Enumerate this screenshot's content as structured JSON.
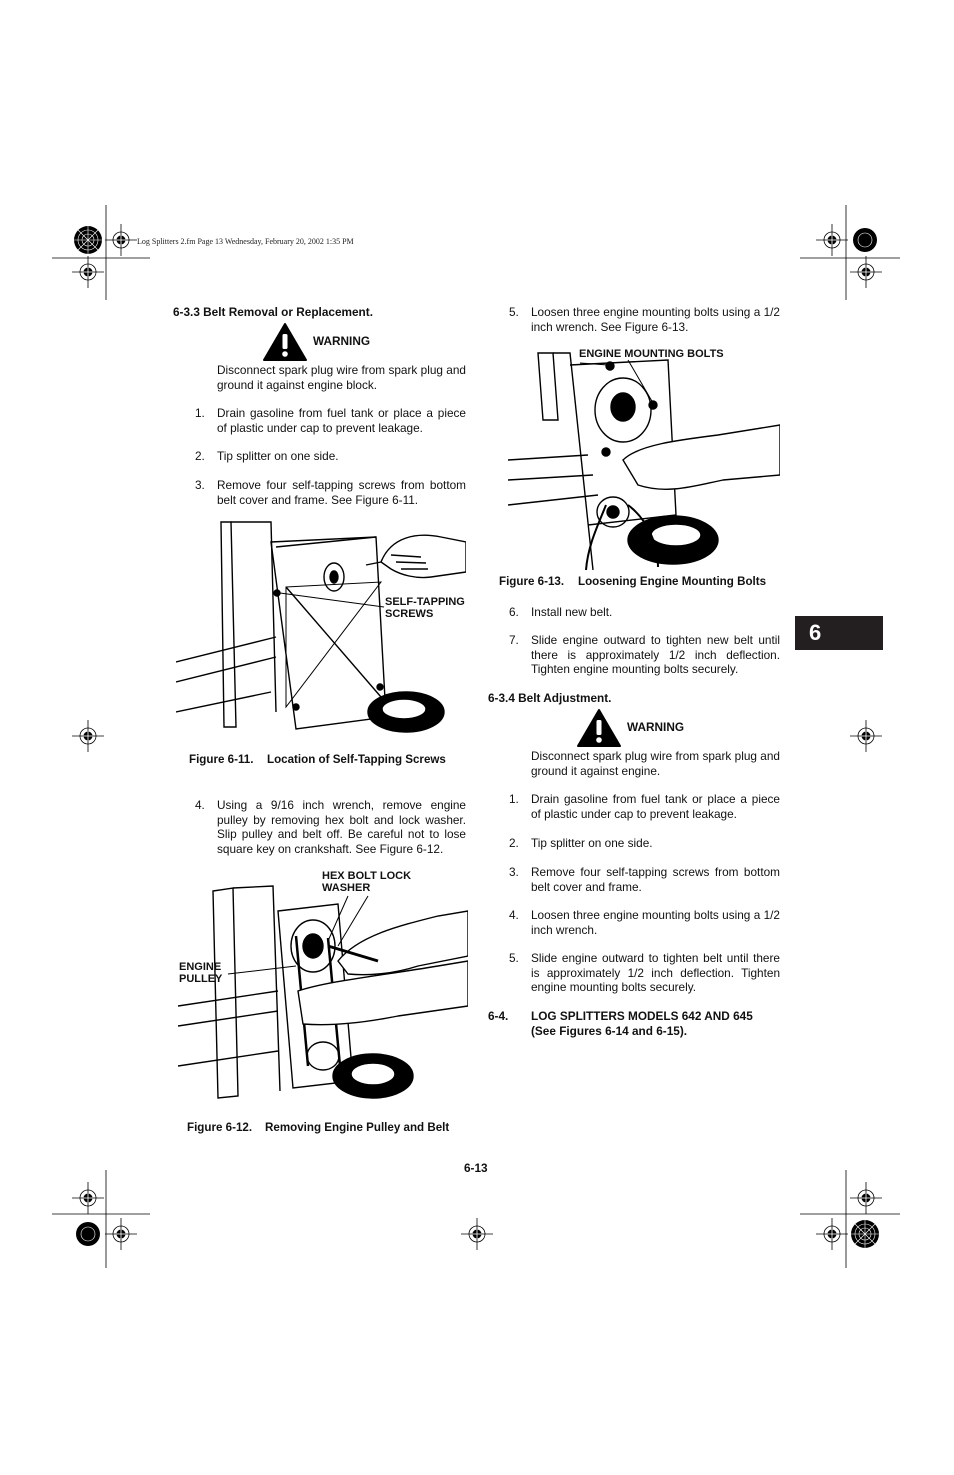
{
  "header": {
    "line": "Log Splitters 2.fm  Page 13  Wednesday, February 20, 2002  1:35 PM"
  },
  "chapter_tab": "6",
  "left": {
    "section_title": "6-3.3 Belt Removal or Replacement.",
    "warning_label": "WARNING",
    "warning_text": "Disconnect spark plug wire from spark plug and ground it against engine block.",
    "steps": [
      {
        "n": "1.",
        "text": "Drain gasoline from fuel tank or place a piece of plastic under cap to prevent leakage."
      },
      {
        "n": "2.",
        "text": "Tip splitter on one side."
      },
      {
        "n": "3.",
        "text": "Remove four self-tapping screws from bottom belt cover and frame. See Figure 6-11."
      }
    ],
    "fig11": {
      "label": "SELF-TAPPING SCREWS",
      "caption_num": "Figure 6-11.",
      "caption": "Location of Self-Tapping Screws"
    },
    "step4": {
      "n": "4.",
      "text": "Using a 9/16 inch wrench, remove engine pulley by removing hex bolt and lock washer. Slip pulley and belt off. Be careful not to lose square key on crankshaft. See Figure 6-12."
    },
    "fig12": {
      "label_top": "HEX BOLT LOCK WASHER",
      "label_side": "ENGINE PULLEY",
      "caption_num": "Figure 6-12.",
      "caption": "Removing Engine Pulley and Belt"
    }
  },
  "right": {
    "step5": {
      "n": "5.",
      "text": "Loosen three engine mounting bolts using a 1/2 inch wrench. See Figure 6-13."
    },
    "fig13": {
      "label": "ENGINE MOUNTING BOLTS",
      "caption_num": "Figure 6-13.",
      "caption": "Loosening Engine Mounting Bolts"
    },
    "steps_cont": [
      {
        "n": "6.",
        "text": "Install new belt."
      },
      {
        "n": "7.",
        "text": "Slide engine outward to tighten new belt until there is approximately 1/2 inch deflection. Tighten engine mounting bolts securely."
      }
    ],
    "section_title": "6-3.4 Belt Adjustment.",
    "warning_label": "WARNING",
    "warning_text": "Disconnect spark plug wire from spark plug and ground it against engine.",
    "steps": [
      {
        "n": "1.",
        "text": "Drain gasoline from fuel tank or place a piece of plastic under cap to prevent leakage."
      },
      {
        "n": "2.",
        "text": "Tip splitter on one side."
      },
      {
        "n": "3.",
        "text": "Remove four self-tapping screws from bottom belt cover and frame."
      },
      {
        "n": "4.",
        "text": "Loosen three engine mounting bolts using a 1/2 inch wrench."
      },
      {
        "n": "5.",
        "text": "Slide engine outward to tighten belt until there is approximately 1/2 inch deflection. Tighten engine mounting bolts securely."
      }
    ],
    "section2_num": "6-4.",
    "section2_title": "LOG SPLITTERS MODELS 642 AND 645",
    "section2_sub": "(See Figures 6-14 and 6-15)."
  },
  "footer": {
    "page_number": "6-13"
  }
}
